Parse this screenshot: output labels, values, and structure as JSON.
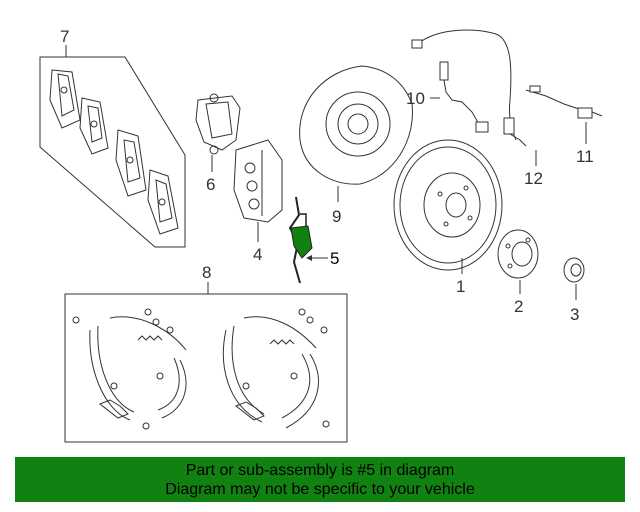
{
  "diagram": {
    "callouts": {
      "c1": "1",
      "c2": "2",
      "c3": "3",
      "c4": "4",
      "c5": "5",
      "c6": "6",
      "c7": "7",
      "c8": "8",
      "c9": "9",
      "c10": "10",
      "c11": "11",
      "c12": "12"
    },
    "highlight_color": "#118111"
  },
  "banner": {
    "line1": "Part or sub-assembly is #5 in diagram",
    "line2": "Diagram may not be specific to your vehicle",
    "background": "#118111"
  }
}
